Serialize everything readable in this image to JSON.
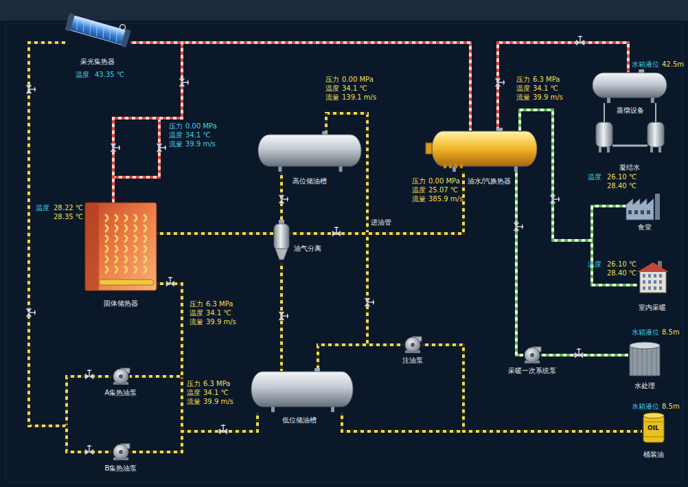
{
  "diagram": {
    "nodes": [
      {
        "text": [
          "采光集热器"
        ]
      },
      {
        "text": [
          "高位储油槽"
        ]
      },
      {
        "text": [
          "油水/汽换热器"
        ]
      },
      {
        "text": [
          "蒸馏设备"
        ]
      },
      {
        "text": [
          "固体储热器"
        ]
      },
      {
        "text": [
          "油气分离"
        ]
      },
      {
        "text": [
          "食堂"
        ]
      },
      {
        "text": [
          "室内采暖"
        ]
      },
      {
        "text": [
          "低位储油槽"
        ]
      },
      {
        "text": [
          "注油泵"
        ]
      },
      {
        "text": [
          "采暖一次系统泵"
        ]
      },
      {
        "text": [
          "水处理"
        ]
      },
      {
        "text": [
          "A集热油泵"
        ]
      },
      {
        "text": [
          "B集热油泵"
        ]
      },
      {
        "text": [
          "桶装油"
        ]
      }
    ],
    "edges": [
      {
        "from": 0,
        "to": 2,
        "arrow": "none"
      },
      {
        "from": 4,
        "to": 0,
        "arrow": "none"
      },
      {
        "from": 12,
        "to": 0,
        "arrow": "none"
      },
      {
        "from": 13,
        "to": 0,
        "arrow": "none"
      },
      {
        "from": 8,
        "to": 12,
        "arrow": "none"
      },
      {
        "from": 8,
        "to": 13,
        "arrow": "none"
      },
      {
        "from": 14,
        "to": 8,
        "arrow": "none"
      },
      {
        "from": 9,
        "to": 1,
        "arrow": "none"
      },
      {
        "from": 9,
        "to": 8,
        "arrow": "none"
      },
      {
        "from": 9,
        "to": 14,
        "arrow": "none"
      },
      {
        "from": 4,
        "to": 5,
        "arrow": "none"
      },
      {
        "from": 5,
        "to": 2,
        "arrow": "none"
      },
      {
        "from": 1,
        "to": 5,
        "arrow": "none"
      },
      {
        "from": 5,
        "to": 8,
        "arrow": "none"
      },
      {
        "from": 4,
        "to": 12,
        "arrow": "none"
      },
      {
        "from": 2,
        "to": 3,
        "arrow": "none"
      },
      {
        "from": 2,
        "to": 6,
        "arrow": "none"
      },
      {
        "from": 2,
        "to": 7,
        "arrow": "none"
      },
      {
        "from": 10,
        "to": 2,
        "arrow": "none"
      },
      {
        "from": 11,
        "to": 10,
        "arrow": "none"
      }
    ],
    "labels": [
      "温度",
      "43.35 ℃",
      "压力",
      "0.00 MPa",
      "温度",
      "34.1 ℃",
      "流量",
      "39.9 m/s",
      "压力",
      "0.00 MPa",
      "温度",
      "34.1 ℃",
      "流量",
      "139.1 m/s",
      "压力",
      "6.3 MPa",
      "温度",
      "34.1 ℃",
      "流量",
      "39.9 m/s",
      "水箱液位",
      "42.5m",
      "凝结水",
      "温度",
      "28.22 ℃",
      "28.35 ℃",
      "压力",
      "0.00 MPa",
      "温度",
      "25.07 ℃",
      "流量",
      "385.9 m/s",
      "温度",
      "26.10 ℃",
      "28.40 ℃",
      "进油管",
      "温度",
      "26.10 ℃",
      "28.40 ℃",
      "压力",
      "6.3 MPa",
      "温度",
      "34.1 ℃",
      "流量",
      "39.9 m/s",
      "水箱液位",
      "8.5m",
      "压力",
      "6.3 MPa",
      "温度",
      "34.1 ℃",
      "流量",
      "39.9 m/s",
      "水箱液位",
      "8.5m",
      "OIL"
    ]
  }
}
